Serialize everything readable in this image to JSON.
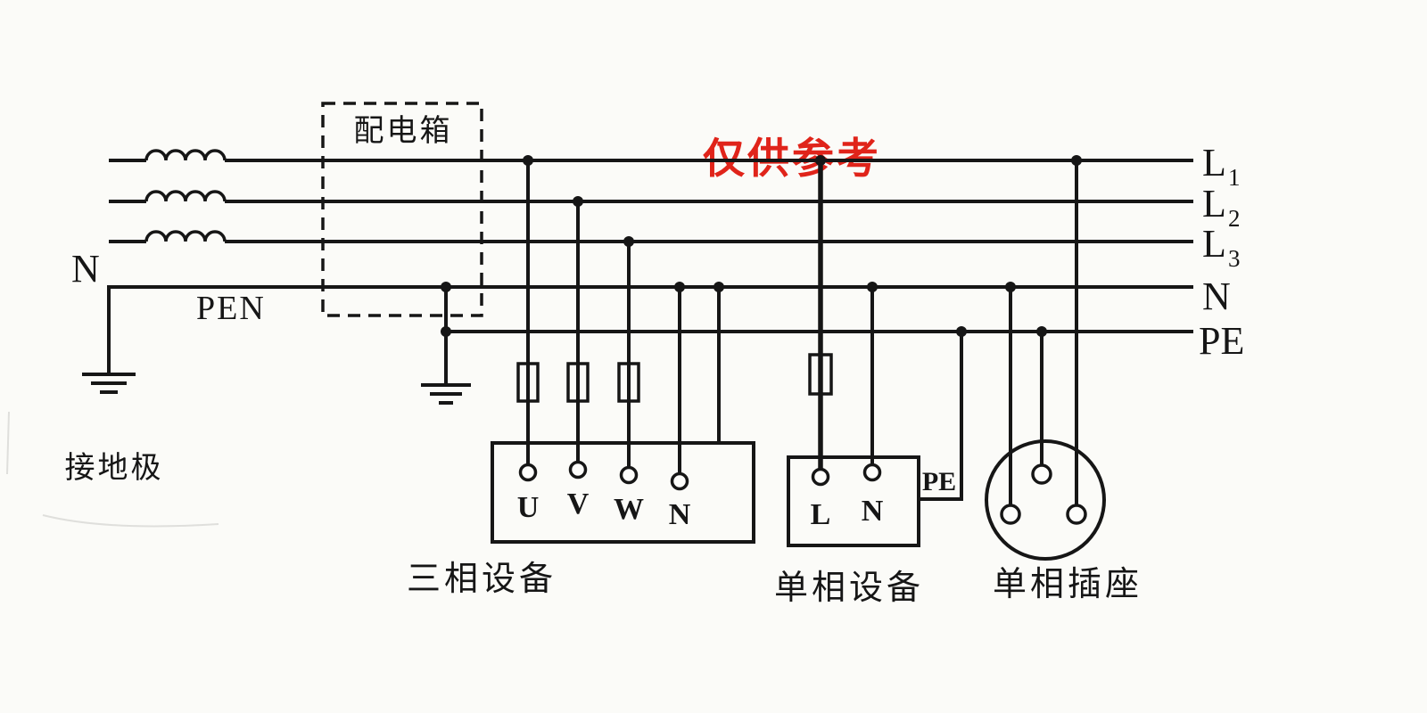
{
  "colors": {
    "ink": "#161616",
    "watermark": "#e0241a",
    "paper": "#fbfbf8"
  },
  "watermark": {
    "text": "仅供参考"
  },
  "source_side": {
    "neutral_label": "N",
    "pen_label": "PEN",
    "ground_label": "接地极"
  },
  "distribution_box": {
    "label": "配电箱"
  },
  "buses": [
    {
      "id": "L1",
      "base": "L",
      "sub": "1"
    },
    {
      "id": "L2",
      "base": "L",
      "sub": "2"
    },
    {
      "id": "L3",
      "base": "L",
      "sub": "3"
    },
    {
      "id": "N",
      "base": "N",
      "sub": ""
    },
    {
      "id": "PE",
      "base": "PE",
      "sub": ""
    }
  ],
  "three_phase_equipment": {
    "label": "三相设备",
    "terminals": [
      "U",
      "V",
      "W",
      "N"
    ]
  },
  "single_phase_equipment": {
    "label": "单相设备",
    "terminals": [
      "L",
      "N"
    ],
    "pe_tap_label": "PE"
  },
  "single_phase_socket": {
    "label": "单相插座"
  }
}
